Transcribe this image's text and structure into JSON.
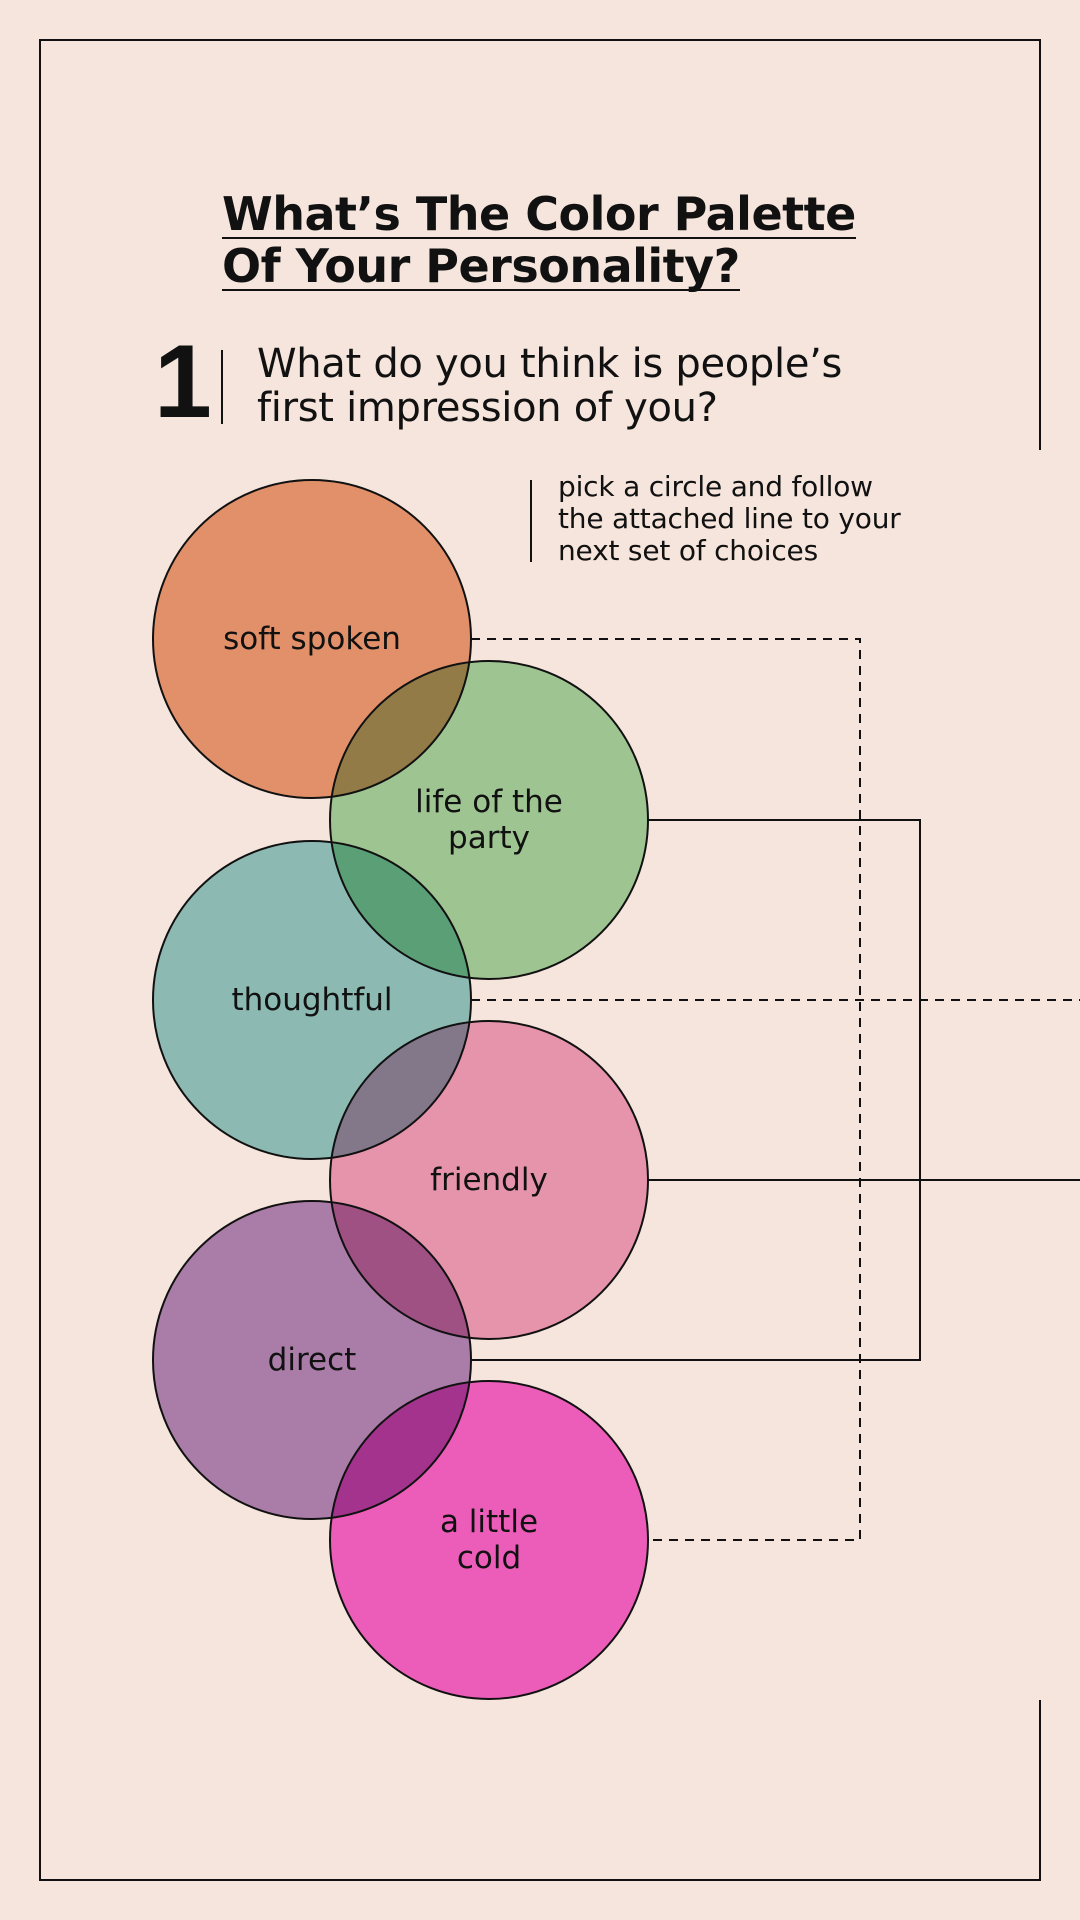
{
  "title": {
    "line1": "What’s The Color Palette",
    "line2": "Of Your Personality?"
  },
  "question": {
    "number": "1",
    "line1": "What do you think is people’s",
    "line2": "first impression of you?"
  },
  "instruction": {
    "line1": "pick a circle and follow",
    "line2": "the attached line to your",
    "line3": "next set of choices"
  },
  "choices": [
    {
      "label": "soft spoken",
      "color": "#eba07b",
      "connector": "dashed"
    },
    {
      "label": "life of the\nparty",
      "color": "#a5daa9",
      "connector": "solid"
    },
    {
      "label": "thoughtful",
      "color": "#92cfcf",
      "connector": "dashed"
    },
    {
      "label": "friendly",
      "color": "#efa5c6",
      "connector": "solid"
    },
    {
      "label": "direct",
      "color": "#b18bc3",
      "connector": "solid"
    },
    {
      "label": "a little\ncold",
      "color": "#f567d5",
      "connector": "dashed"
    }
  ],
  "colors": {
    "background": "#f5e5dc",
    "line": "#111111"
  }
}
